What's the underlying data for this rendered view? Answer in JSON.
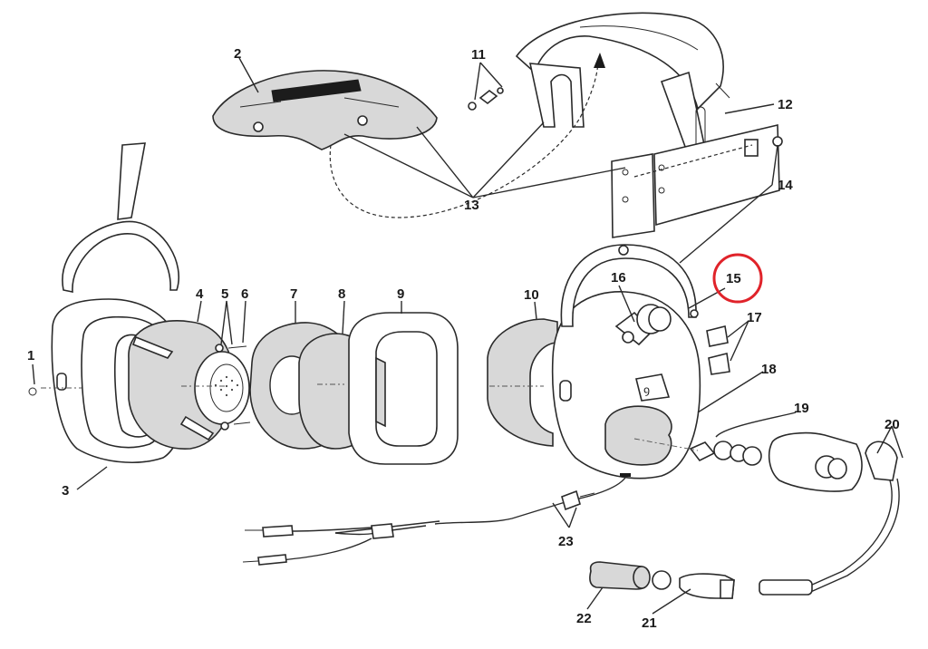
{
  "labels": {
    "l1": "1",
    "l2": "2",
    "l3": "3",
    "l4": "4",
    "l5": "5",
    "l6": "6",
    "l7": "7",
    "l8": "8",
    "l9": "9",
    "l10": "10",
    "l11": "11",
    "l12": "12",
    "l13": "13",
    "l14": "14",
    "l15": "15",
    "l16": "16",
    "l17": "17",
    "l18": "18",
    "l19": "19",
    "l20": "20",
    "l21": "21",
    "l22": "22",
    "l23": "23"
  },
  "colors": {
    "line": "#2a2a2a",
    "part_fill": "#d8d8d8",
    "highlight": "#e0232a"
  }
}
